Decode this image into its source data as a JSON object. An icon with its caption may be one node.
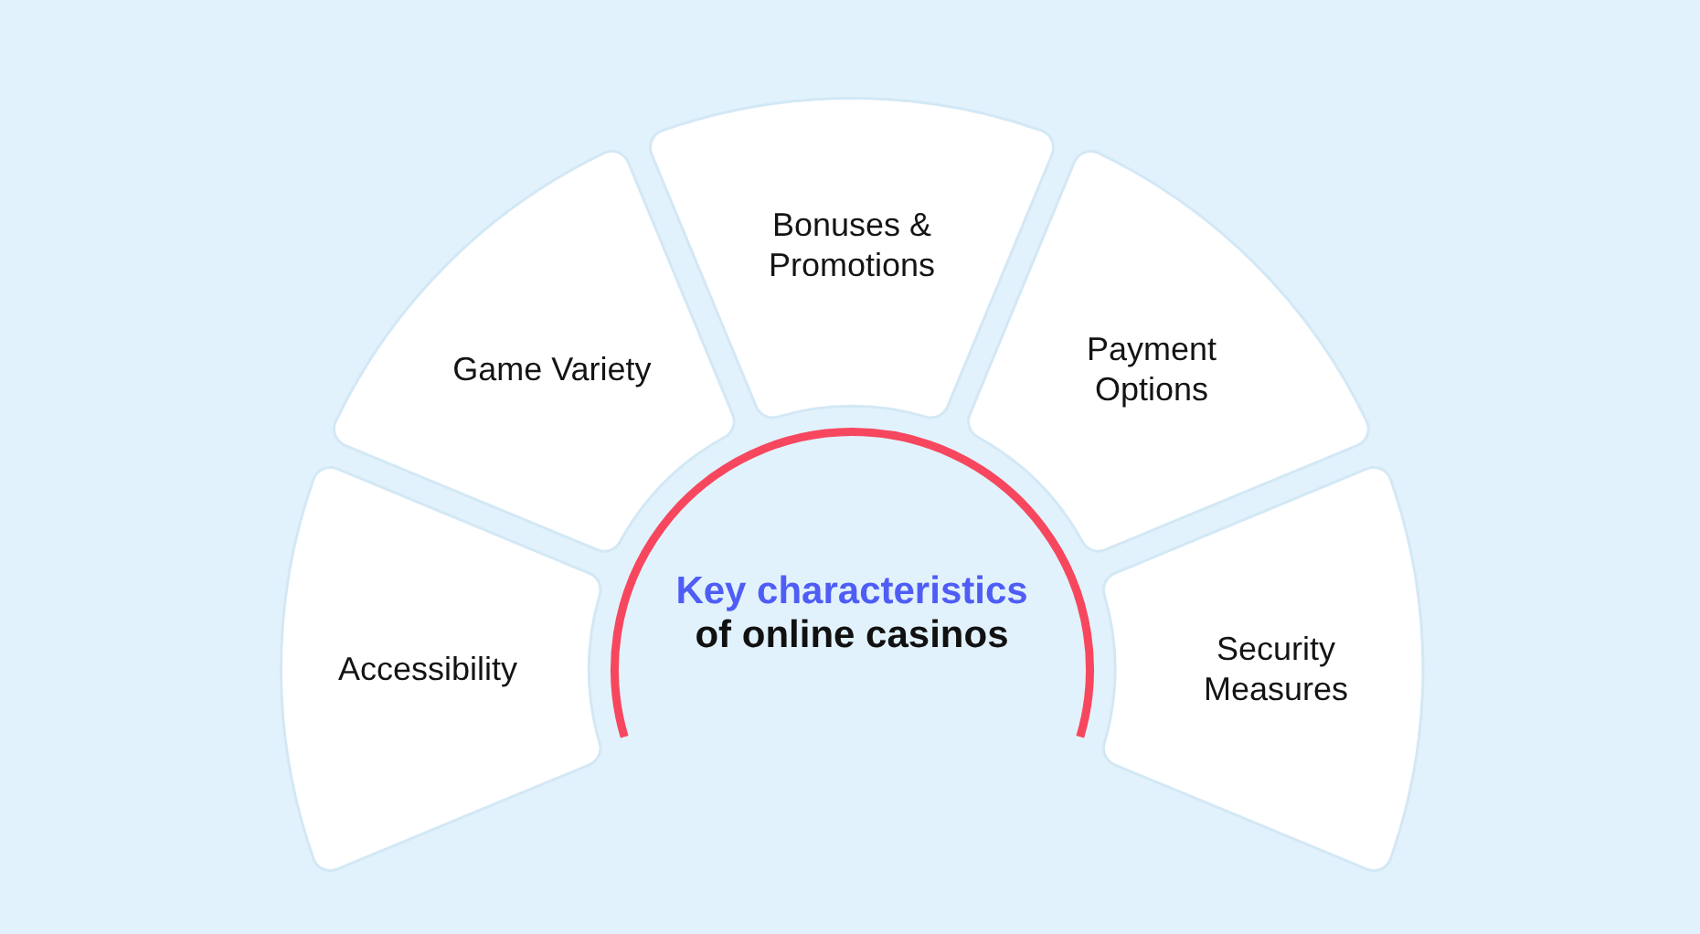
{
  "diagram": {
    "nodes": [
      {
        "text": [
          "Key characteristics",
          "of online casinos"
        ]
      },
      {
        "text": [
          "Accessibility"
        ]
      },
      {
        "text": [
          "Game Variety"
        ]
      },
      {
        "text": [
          "Bonuses & Promotions"
        ]
      },
      {
        "text": [
          "Payment Options"
        ]
      },
      {
        "text": [
          "Security Measures"
        ]
      }
    ]
  }
}
